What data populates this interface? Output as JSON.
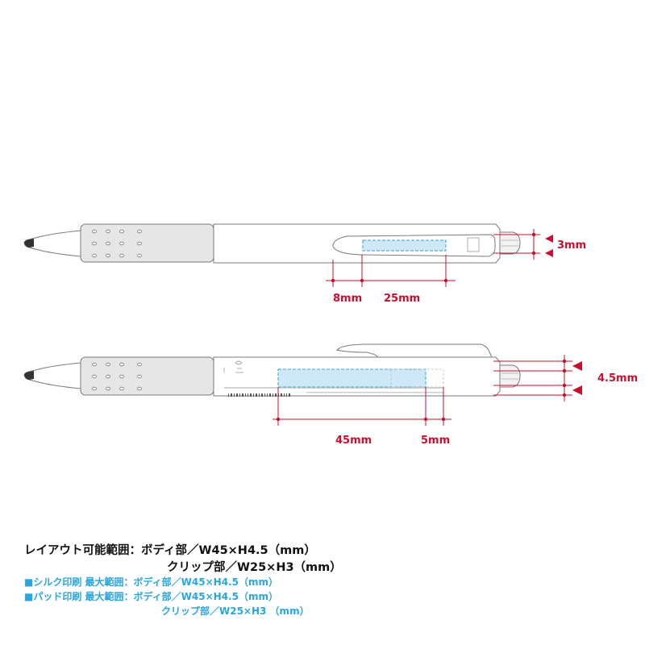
{
  "colors": {
    "dimension": "#c8102e",
    "print_area_fill": "#cfe8f7",
    "print_area_stroke": "#2aa6de",
    "outline": "#7a7a7a",
    "grip": "#e6e6e6",
    "spec_main": "#111111",
    "spec_sub": "#2aa6de"
  },
  "pen_top": {
    "dim_height": "3mm",
    "dim_offset": "8mm",
    "dim_width": "25mm"
  },
  "pen_bottom": {
    "dim_height": "4.5mm",
    "dim_width": "45mm",
    "dim_offset": "5mm"
  },
  "specs": {
    "layout_line1": "レイアウト可能範囲：ボディ部／W45×H4.5（mm）",
    "layout_line2": "クリップ部／W25×H3（mm）",
    "silk_line": "■シルク印刷 最大範囲：ボディ部／W45×H4.5（mm）",
    "pad_line1": "■パッド印刷 最大範囲：ボディ部／W45×H4.5（mm）",
    "pad_line2": "クリップ部／W25×H3 （mm）"
  }
}
